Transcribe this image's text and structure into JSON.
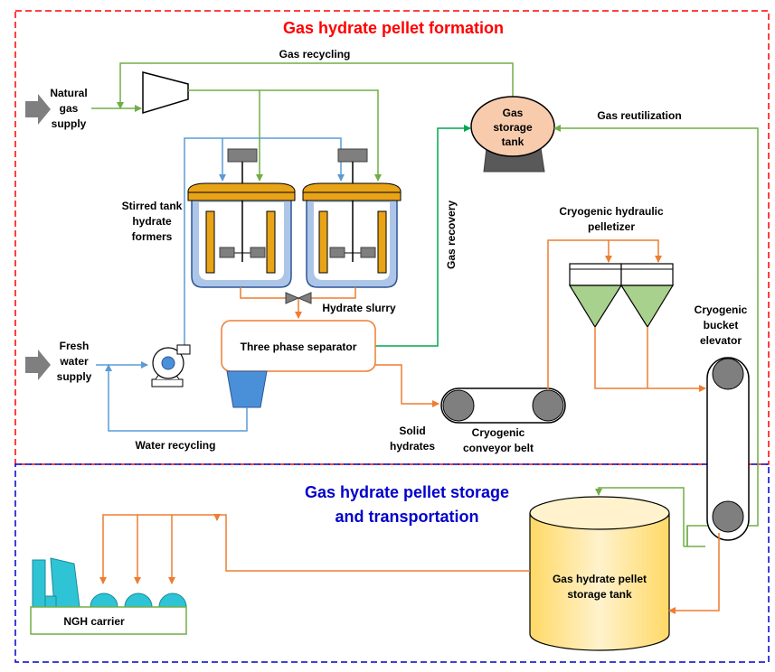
{
  "sections": {
    "formation_title": "Gas hydrate pellet formation",
    "storage_title_line1": "Gas hydrate pellet storage",
    "storage_title_line2": "and transportation"
  },
  "labels": {
    "natural_gas": [
      "Natural",
      "gas",
      "supply"
    ],
    "gas_recycling": "Gas recycling",
    "gas_storage_tank": [
      "Gas",
      "storage",
      "tank"
    ],
    "gas_reutilization": "Gas reutilization",
    "stirred_tank": [
      "Stirred tank",
      "hydrate",
      "formers"
    ],
    "gas_recovery": "Gas recovery",
    "cryogenic_pelletizer": [
      "Cryogenic hydraulic",
      "pelletizer"
    ],
    "hydrate_slurry": "Hydrate slurry",
    "three_phase_separator": "Three phase separator",
    "fresh_water": [
      "Fresh",
      "water",
      "supply"
    ],
    "cryogenic_bucket_elevator": [
      "Cryogenic",
      "bucket",
      "elevator"
    ],
    "water_recycling": "Water recycling",
    "solid_hydrates": [
      "Solid",
      "hydrates"
    ],
    "cryogenic_conveyor_belt": [
      "Cryogenic",
      "conveyor belt"
    ],
    "pellet_storage_tank": [
      "Gas hydrate pellet",
      "storage tank"
    ],
    "ngh_carrier": "NGH carrier"
  },
  "colors": {
    "gas_line": "#70ad47",
    "gas_recovery_line": "#00a651",
    "water_line": "#5b9bd5",
    "hydrate_line": "#ed7d31",
    "formation_border": "#ff0000",
    "storage_border": "#0000cc",
    "storage_tank_fill": "#ffe699",
    "gas_tank_fill": "#f8cbad",
    "pelletizer_fill": "#a9d18e",
    "carrier_fill": "#2ec4d6",
    "impeller_fill": "#e8a317",
    "separator_outlet_fill": "#4a90d9"
  }
}
